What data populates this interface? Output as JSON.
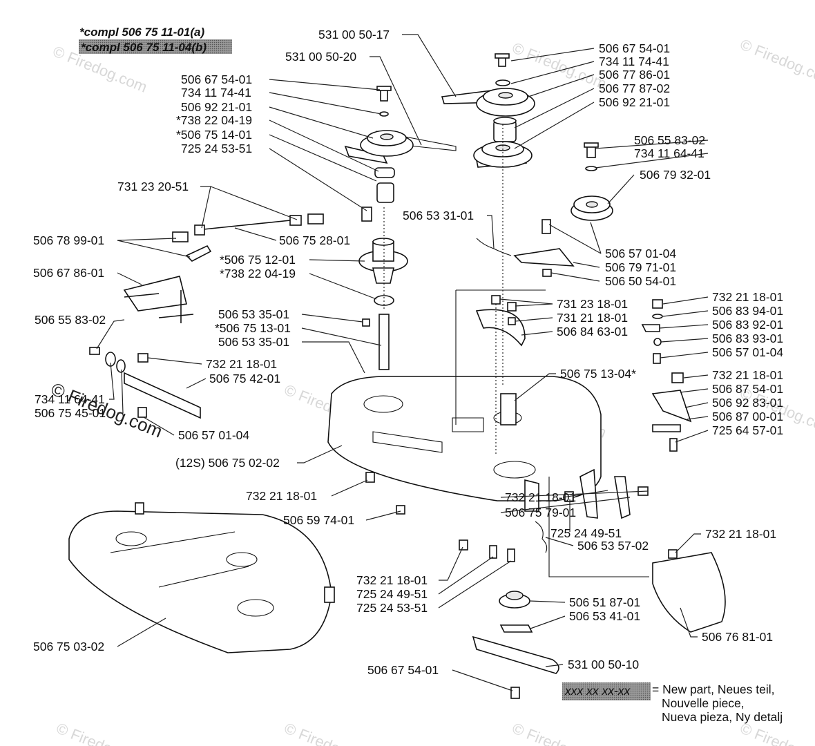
{
  "header": {
    "line1": "*compl 506 75 11-01(a)",
    "line2": "*compl 506 75 11-04(b)"
  },
  "labels": [
    {
      "id": "l01",
      "text": "531 00 50-17"
    },
    {
      "id": "l02",
      "text": "531 00 50-20"
    },
    {
      "id": "l03",
      "text": "506 67 54-01"
    },
    {
      "id": "l04",
      "text": "734 11 74-41"
    },
    {
      "id": "l05",
      "text": "506 77 86-01"
    },
    {
      "id": "l06",
      "text": "506 77 87-02"
    },
    {
      "id": "l07",
      "text": "506 92 21-01"
    },
    {
      "id": "l08",
      "text": "506 67 54-01"
    },
    {
      "id": "l09",
      "text": "734 11 74-41"
    },
    {
      "id": "l10",
      "text": "506 92 21-01"
    },
    {
      "id": "l11",
      "text": "*738 22 04-19"
    },
    {
      "id": "l12",
      "text": "*506 75 14-01"
    },
    {
      "id": "l13",
      "text": "725 24 53-51"
    },
    {
      "id": "l14",
      "text": "506 55 83-02"
    },
    {
      "id": "l15",
      "text": "734 11 64-41"
    },
    {
      "id": "l16",
      "text": "506 79 32-01"
    },
    {
      "id": "l17",
      "text": "731 23 20-51"
    },
    {
      "id": "l18",
      "text": "506 53 31-01"
    },
    {
      "id": "l19",
      "text": "506 78 99-01"
    },
    {
      "id": "l20",
      "text": "506 75 28-01"
    },
    {
      "id": "l21",
      "text": "506 57 01-04"
    },
    {
      "id": "l22",
      "text": "506 79 71-01"
    },
    {
      "id": "l23",
      "text": "*506 75 12-01"
    },
    {
      "id": "l24",
      "text": "506 50 54-01"
    },
    {
      "id": "l25",
      "text": "506 67 86-01"
    },
    {
      "id": "l26",
      "text": "*738 22 04-19"
    },
    {
      "id": "l27",
      "text": "731 23 18-01"
    },
    {
      "id": "l28",
      "text": "732 21 18-01"
    },
    {
      "id": "l29",
      "text": "506 53 35-01"
    },
    {
      "id": "l30",
      "text": "731 21 18-01"
    },
    {
      "id": "l31",
      "text": "506 83 94-01"
    },
    {
      "id": "l32",
      "text": "*506 75 13-01"
    },
    {
      "id": "l33",
      "text": "506 84 63-01"
    },
    {
      "id": "l34",
      "text": "506 83 92-01"
    },
    {
      "id": "l35",
      "text": "506 55 83-02"
    },
    {
      "id": "l36",
      "text": "506 53 35-01"
    },
    {
      "id": "l37",
      "text": "506 83 93-01"
    },
    {
      "id": "l38",
      "text": "506 57 01-04"
    },
    {
      "id": "l39",
      "text": "732 21 18-01"
    },
    {
      "id": "l40",
      "text": "506 75 13-04*"
    },
    {
      "id": "l41",
      "text": "732 21 18-01"
    },
    {
      "id": "l42",
      "text": "506 75 42-01"
    },
    {
      "id": "l43",
      "text": "506 87 54-01"
    },
    {
      "id": "l44",
      "text": "734 11 64-41"
    },
    {
      "id": "l45",
      "text": "506 92 83-01"
    },
    {
      "id": "l46",
      "text": "506 75 45-01"
    },
    {
      "id": "l47",
      "text": "506 87 00-01"
    },
    {
      "id": "l48",
      "text": "506 57 01-04"
    },
    {
      "id": "l49",
      "text": "725 64 57-01"
    },
    {
      "id": "l50",
      "text": "(12S) 506 75 02-02"
    },
    {
      "id": "l51",
      "text": "732 21 18-01"
    },
    {
      "id": "l52",
      "text": "732 21 18-01"
    },
    {
      "id": "l53",
      "text": "506 59 74-01"
    },
    {
      "id": "l54",
      "text": "506 75 79-01"
    },
    {
      "id": "l55",
      "text": "725 24 49-51"
    },
    {
      "id": "l56",
      "text": "732 21 18-01"
    },
    {
      "id": "l57",
      "text": "506 53 57-02"
    },
    {
      "id": "l58",
      "text": "732 21 18-01"
    },
    {
      "id": "l59",
      "text": "725 24 49-51"
    },
    {
      "id": "l60",
      "text": "725 24 53-51"
    },
    {
      "id": "l61",
      "text": "506 51 87-01"
    },
    {
      "id": "l62",
      "text": "506 53 41-01"
    },
    {
      "id": "l63",
      "text": "506 76 81-01"
    },
    {
      "id": "l64",
      "text": "506 75 03-02"
    },
    {
      "id": "l65",
      "text": "531 00 50-10"
    },
    {
      "id": "l66",
      "text": "506 67 54-01"
    }
  ],
  "legend": {
    "swatch_text": "xxx xx xx-xx",
    "line1": "= New part, Neues teil,",
    "line2": "Nouvelle piece,",
    "line3": "Nueva pieza, Ny detalj"
  },
  "watermark": {
    "text": "© Firedog.com"
  },
  "colors": {
    "ink": "#111111",
    "highlight": "#8c8c8c",
    "watermark": "#d8d8d8"
  }
}
